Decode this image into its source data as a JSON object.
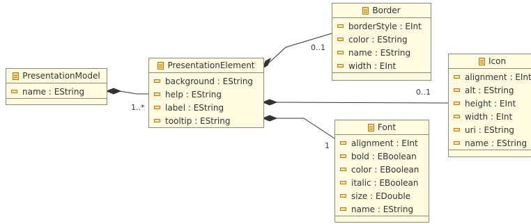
{
  "classes": {
    "presentation_model": {
      "name": "PresentationModel",
      "attributes": [
        "name : EString"
      ]
    },
    "presentation_element": {
      "name": "PresentationElement",
      "attributes": [
        "background : EString",
        "help : EString",
        "label : EString",
        "tooltip : EString"
      ]
    },
    "border": {
      "name": "Border",
      "attributes": [
        "borderStyle : EInt",
        "color : EString",
        "name : EString",
        "width : EInt"
      ]
    },
    "icon": {
      "name": "Icon",
      "attributes": [
        "alignment : EInt",
        "alt : EString",
        "height : EInt",
        "width : EInt",
        "uri : EString",
        "name : EString"
      ]
    },
    "font": {
      "name": "Font",
      "attributes": [
        "alignment : EInt",
        "bold : EBoolean",
        "color : EBoolean",
        "italic : EBoolean",
        "size : EDouble",
        "name : EString"
      ]
    }
  },
  "multiplicities": {
    "model_to_element": "1..*",
    "element_to_border": "0..1",
    "element_to_icon": "0..1",
    "element_to_font": "1"
  }
}
